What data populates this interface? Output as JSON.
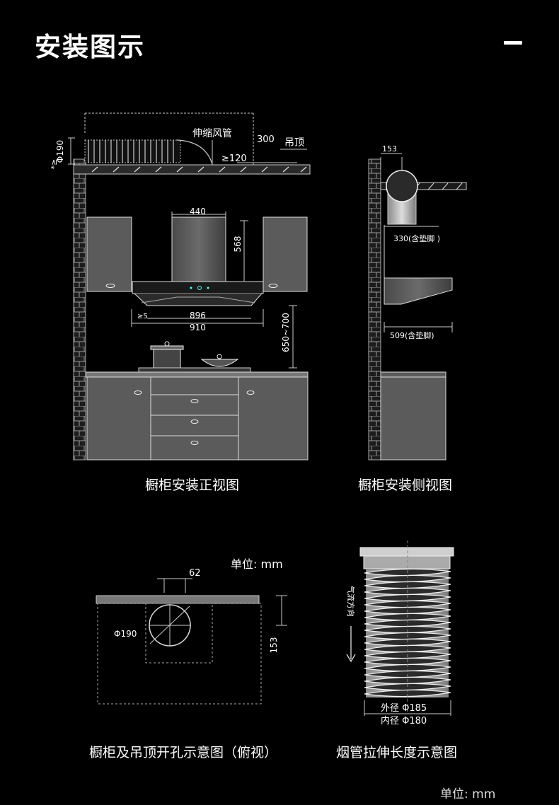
{
  "header": {
    "title": "安装图示",
    "collapse_icon": "minus-icon"
  },
  "front_view": {
    "caption": "橱柜安装正视图",
    "labels": {
      "telescopic_duct": "伸缩风管",
      "ceiling": "吊顶",
      "ceiling_gap": "300",
      "min_gap": "≥120",
      "duct_diameter": "Φ190",
      "duct_mark": "*≥",
      "hood_top_width": "440",
      "hood_height": "568",
      "hood_width": "896",
      "overall_width": "910",
      "side_gap": "≥5",
      "stove_height": "650~700"
    }
  },
  "side_view": {
    "caption": "橱柜安装侧视图",
    "labels": {
      "offset": "153",
      "depth_upper": "330(含垫脚 )",
      "depth_lower": "509(含垫脚)"
    }
  },
  "hole_view": {
    "caption": "橱柜及吊顶开孔示意图（俯视）",
    "labels": {
      "unit": "单位: mm",
      "offset": "62",
      "diameter": "Φ190",
      "depth": "153"
    }
  },
  "duct_view": {
    "caption": "烟管拉伸长度示意图",
    "labels": {
      "airflow": "气流方向",
      "outer": "外径 Φ185",
      "inner": "内径 Φ180"
    }
  },
  "footer": {
    "unit": "单位: mm"
  }
}
